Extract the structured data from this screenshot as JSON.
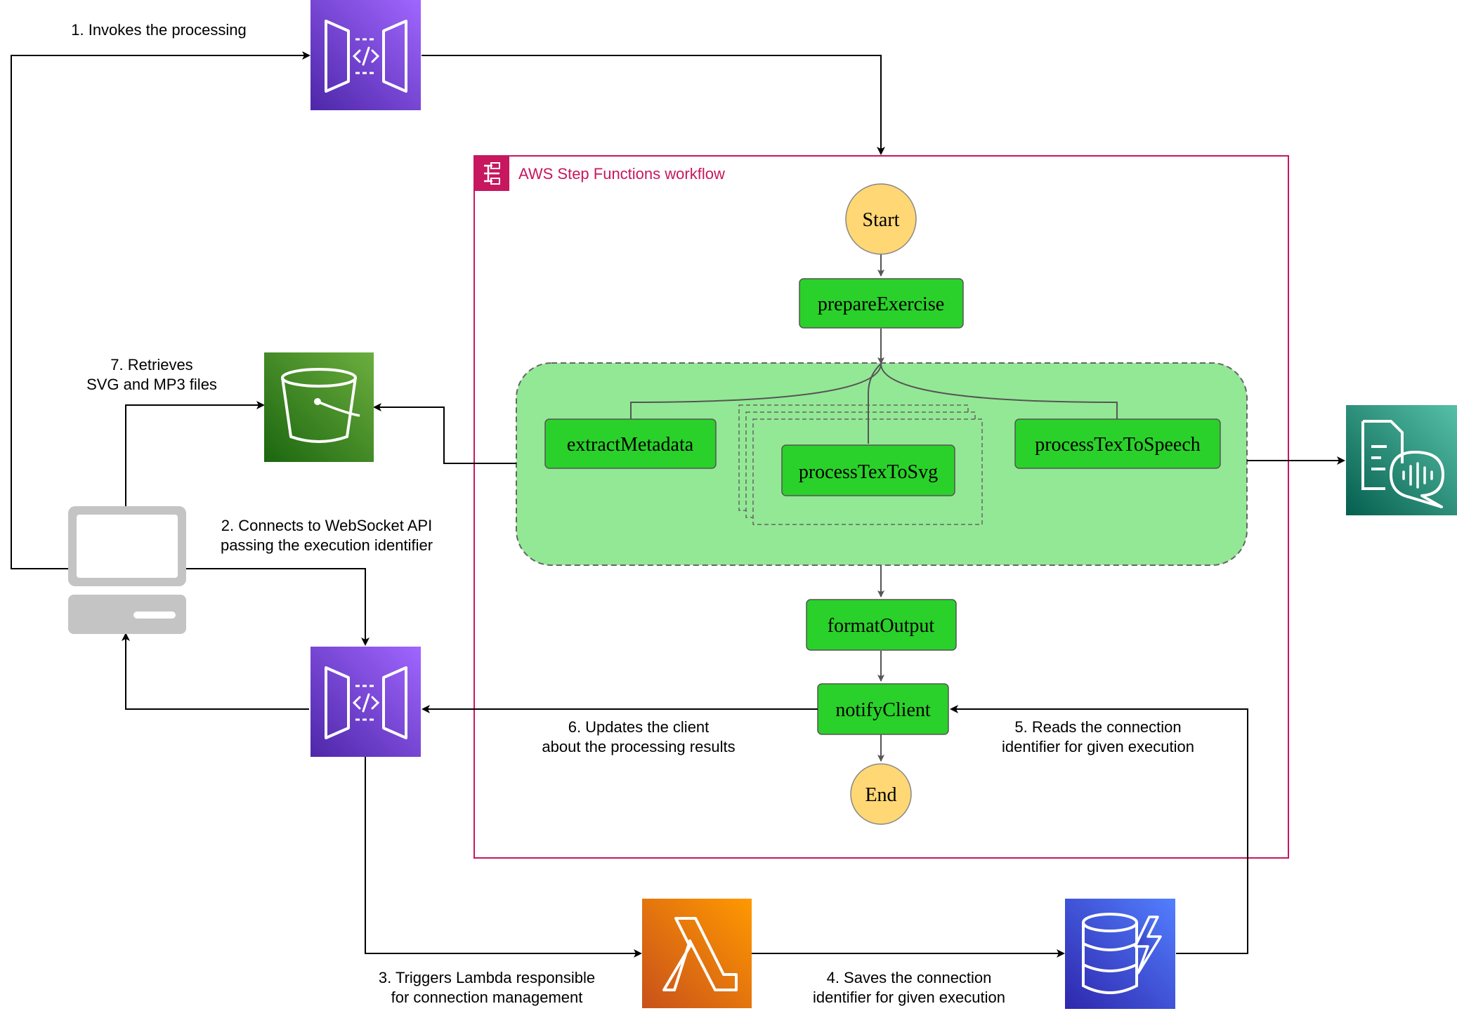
{
  "workflow": {
    "title": "AWS Step Functions workflow",
    "states": {
      "start": "Start",
      "prepare": "prepareExercise",
      "extract": "extractMetadata",
      "svg": "processTexToSvg",
      "speech": "processTexToSpeech",
      "format": "formatOutput",
      "notify": "notifyClient",
      "end": "End"
    }
  },
  "steps": {
    "s1": "1. Invokes the processing",
    "s2_line1": "2. Connects to WebSocket API",
    "s2_line2": "passing the execution identifier",
    "s3_line1": "3. Triggers Lambda responsible",
    "s3_line2": "for connection management",
    "s4_line1": "4. Saves the connection",
    "s4_line2": "identifier for given execution",
    "s5_line1": "5. Reads the connection",
    "s5_line2": "identifier for given execution",
    "s6_line1": "6. Updates the client",
    "s6_line2": "about the processing results",
    "s7_line1": "7. Retrieves",
    "s7_line2": "SVG and MP3 files"
  },
  "icons": {
    "api_gateway": "api-gateway-icon",
    "s3": "s3-bucket-icon",
    "client": "desktop-computer-icon",
    "lambda": "lambda-icon",
    "dynamodb": "dynamodb-icon",
    "polly": "polly-icon",
    "step_functions": "step-functions-icon"
  },
  "colors": {
    "api_gateway": "#7d3ff0",
    "s3": "#3d8b1f",
    "lambda": "#ed7100",
    "dynamodb": "#3b48cc",
    "polly": "#137a63",
    "workflow_border": "#c7175f",
    "state_fill": "#2ad12a",
    "parallel_fill": "#93e895",
    "terminal_fill": "#ffd775"
  }
}
